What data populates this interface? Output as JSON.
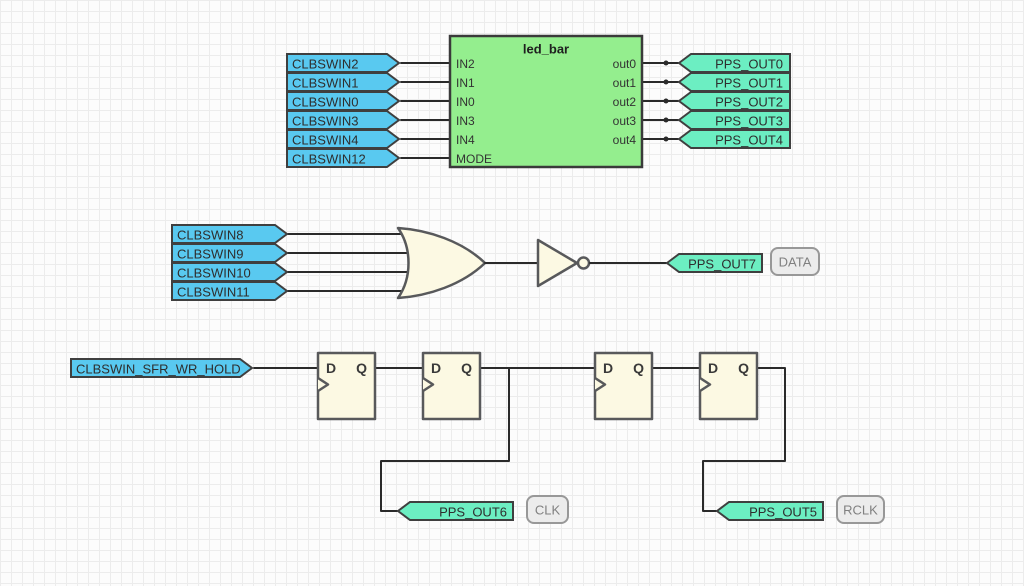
{
  "colors": {
    "input_tag_fill": "#59c9f0",
    "output_tag_fill": "#6ceec2",
    "block_fill": "#94ee8e",
    "gate_fill": "#fcf9e3",
    "label_box_fill": "#ececec",
    "wire": "#2a2a2a",
    "grid_line": "#ececec",
    "background": "#fcfcfc"
  },
  "top": {
    "block": {
      "title": "led_bar",
      "left_pins": [
        "IN2",
        "IN1",
        "IN0",
        "IN3",
        "IN4",
        "MODE"
      ],
      "right_pins": [
        "out0",
        "out1",
        "out2",
        "out3",
        "out4"
      ]
    },
    "input_tags": [
      "CLBSWIN2",
      "CLBSWIN1",
      "CLBSWIN0",
      "CLBSWIN3",
      "CLBSWIN4",
      "CLBSWIN12"
    ],
    "output_tags": [
      "PPS_OUT0",
      "PPS_OUT1",
      "PPS_OUT2",
      "PPS_OUT3",
      "PPS_OUT4"
    ]
  },
  "middle": {
    "input_tags": [
      "CLBSWIN8",
      "CLBSWIN9",
      "CLBSWIN10",
      "CLBSWIN11"
    ],
    "gate_type": "or",
    "inverter": "not",
    "output_tag": "PPS_OUT7",
    "annotation": "DATA"
  },
  "bottom": {
    "input_tag": "CLBSWIN_SFR_WR_HOLD",
    "flipflop": {
      "d_label": "D",
      "q_label": "Q"
    },
    "output_tags": [
      {
        "name": "PPS_OUT6",
        "annotation": "CLK"
      },
      {
        "name": "PPS_OUT5",
        "annotation": "RCLK"
      }
    ]
  }
}
